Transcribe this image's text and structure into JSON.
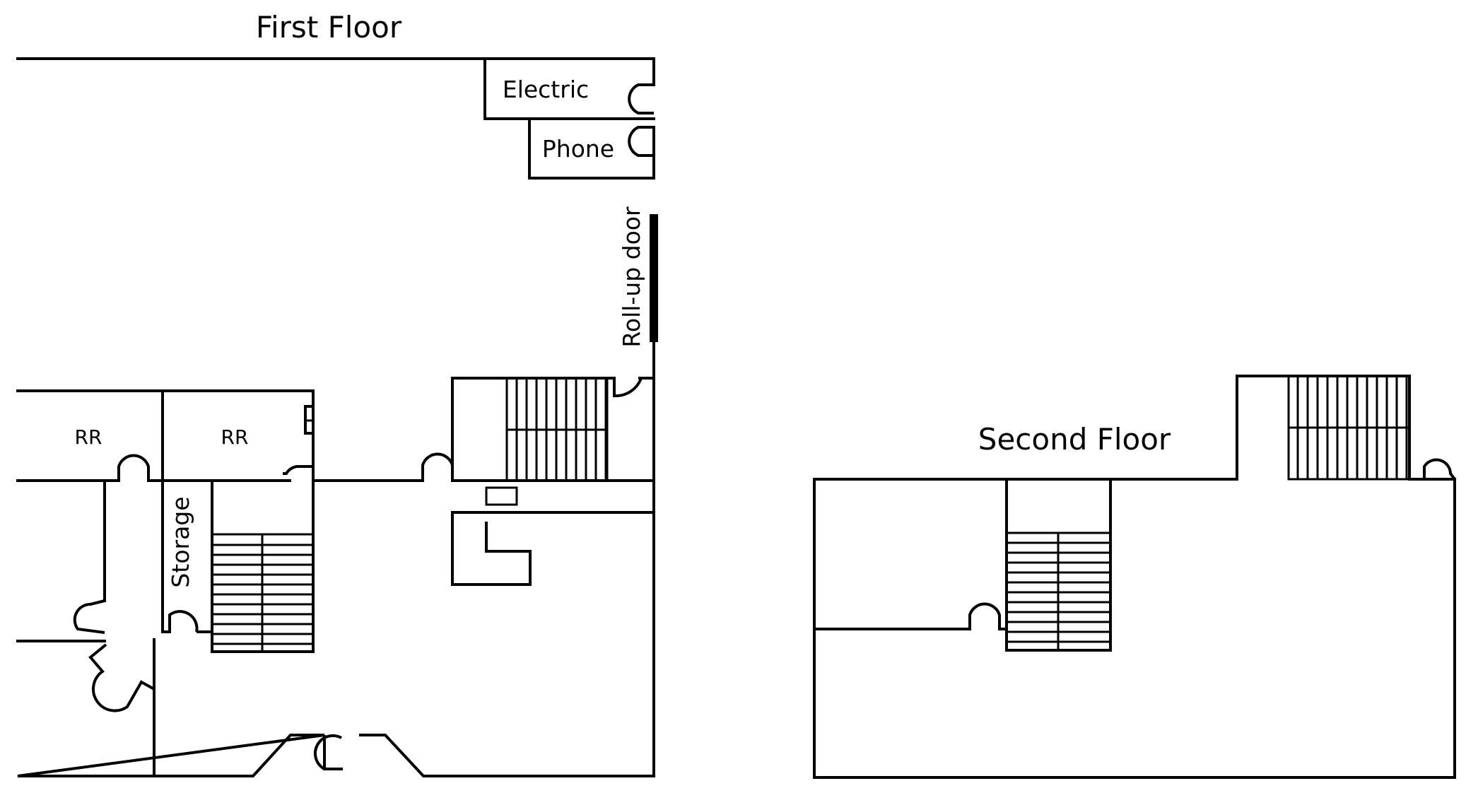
{
  "floors": {
    "first": {
      "title": "First Floor",
      "rooms": {
        "electric": "Electric",
        "phone": "Phone",
        "rollup_door": "Roll-up door",
        "rr_left": "RR",
        "rr_right": "RR",
        "storage": "Storage"
      }
    },
    "second": {
      "title": "Second Floor"
    }
  }
}
